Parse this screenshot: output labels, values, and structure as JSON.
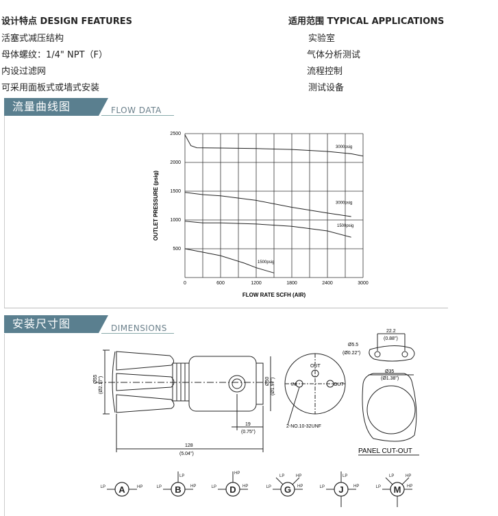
{
  "features": {
    "heading": "设计特点 DESIGN FEATURES",
    "items": [
      "活塞式减压结构",
      "母体螺纹：1/4\" NPT（F）",
      "内设过滤网",
      "可采用面板式或墙式安装"
    ]
  },
  "applications": {
    "heading": "适用范围 TYPICAL APPLICATIONS",
    "items": [
      "实验室",
      "气体分析测试",
      "流程控制",
      "测试设备"
    ]
  },
  "flow_section": {
    "title": "流量曲线图",
    "subtitle": "FLOW DATA"
  },
  "dim_section": {
    "title": "安装尺寸图",
    "subtitle": "DIMENSIONS"
  },
  "chart_data": {
    "type": "line",
    "xlabel": "FLOW RATE SCFH (AIR)",
    "ylabel": "OUTLET PRESSURE (psig)",
    "xlim": [
      0,
      3000
    ],
    "ylim": [
      0,
      2500
    ],
    "x_ticks": [
      "0",
      "600",
      "1200",
      "1800",
      "2400",
      "3000"
    ],
    "y_ticks": [
      "500",
      "1000",
      "1500",
      "2000",
      "2500"
    ],
    "grid": true,
    "series": [
      {
        "name": "3000psig",
        "x": [
          0,
          100,
          200,
          600,
          1200,
          1800,
          2400,
          2800,
          3000
        ],
        "y": [
          2480,
          2290,
          2255,
          2250,
          2240,
          2225,
          2190,
          2150,
          2110
        ]
      },
      {
        "name": "3000psig",
        "x": [
          0,
          300,
          600,
          1200,
          1800,
          2400,
          2800
        ],
        "y": [
          1480,
          1440,
          1420,
          1340,
          1220,
          1120,
          1060
        ]
      },
      {
        "name": "1500psig",
        "x": [
          0,
          300,
          600,
          1200,
          1800,
          2400,
          2800
        ],
        "y": [
          980,
          950,
          950,
          930,
          890,
          810,
          700
        ]
      },
      {
        "name": "1500psig",
        "x": [
          0,
          300,
          600,
          1000,
          1200,
          1500
        ],
        "y": [
          500,
          440,
          380,
          250,
          170,
          80
        ]
      }
    ]
  },
  "dimensions": {
    "dia_55": "Ø55",
    "dia_55_in": "(Ø2.17\")",
    "dia_50": "Ø50",
    "dia_50_in": "(Ø1.97\")",
    "len_128": "128",
    "len_128_in": "(5.04\")",
    "len_19": "19",
    "len_19_in": "(0.75\")",
    "port_out": "OUT",
    "port_in": "IN",
    "port_out2": "OUT",
    "thread": "2-NO.10-32UNF",
    "hole": "Ø5.5",
    "hole_in": "(Ø0.22\")",
    "spacing": "22.2",
    "spacing_in": "(0.88\")",
    "cutout_dia": "Ø35",
    "cutout_dia_in": "(Ø1.38\")",
    "cutout_label": "PANEL CUT-OUT"
  },
  "port_configs": [
    {
      "letter": "A",
      "lp": "LP",
      "hp": "HP"
    },
    {
      "letter": "B",
      "lp": "LP",
      "hp": "HP",
      "extra": "LP"
    },
    {
      "letter": "D",
      "lp": "LP",
      "hp": "HP"
    },
    {
      "letter": "G",
      "lp": "LP",
      "hp": "HP",
      "extra": "LP"
    },
    {
      "letter": "J",
      "lp": "LP",
      "hp": "HP",
      "extra": "LP"
    },
    {
      "letter": "M",
      "lp": "LP",
      "hp": "HP",
      "extra": "LP"
    }
  ]
}
